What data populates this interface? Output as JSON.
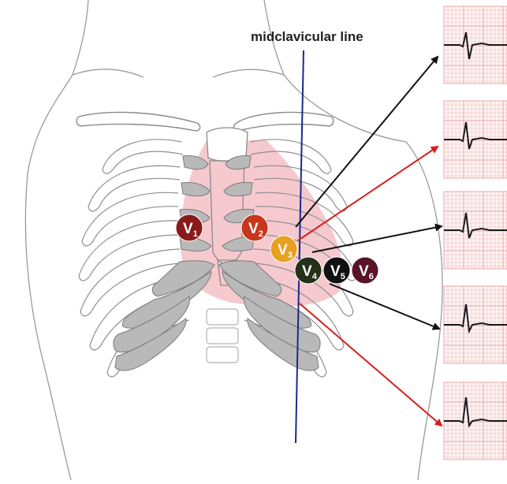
{
  "title": "midclavicular line",
  "leads": [
    {
      "id": "V1",
      "letter": "V",
      "number": "1",
      "color": "#8a1a1a"
    },
    {
      "id": "V2",
      "letter": "V",
      "number": "2",
      "color": "#c8361c"
    },
    {
      "id": "V3",
      "letter": "V",
      "number": "3",
      "color": "#e8a020"
    },
    {
      "id": "V4",
      "letter": "V",
      "number": "4",
      "color": "#243018"
    },
    {
      "id": "V5",
      "letter": "V",
      "number": "5",
      "color": "#111111"
    },
    {
      "id": "V6",
      "letter": "V",
      "number": "6",
      "color": "#5a1428"
    }
  ],
  "arrow_colors": [
    "#111111",
    "#d81e1e",
    "#111111",
    "#111111",
    "#d81e1e"
  ],
  "colors": {
    "midclavicular_line": "#1c2a8a",
    "heart_region": "#f3c0c6",
    "cartilage": "#b9b9b9",
    "ecg_grid": "#e8a8a8",
    "ecg_trace": "#1a1a1a"
  }
}
